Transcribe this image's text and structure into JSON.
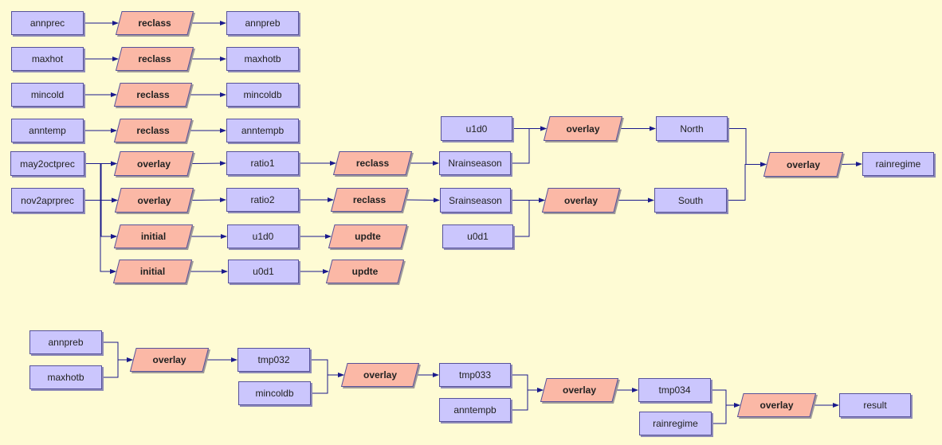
{
  "colors": {
    "background": "#fefbd4",
    "data_fill": "#cbc6fd",
    "data_border": "#56519a",
    "op_fill": "#fbb8a6",
    "op_border": "#56519a",
    "wire": "#1a1a8c"
  },
  "data_nodes": [
    {
      "id": "annprec",
      "label": "annprec"
    },
    {
      "id": "annpreb_out",
      "label": "annpreb"
    },
    {
      "id": "maxhot",
      "label": "maxhot"
    },
    {
      "id": "maxhotb_out",
      "label": "maxhotb"
    },
    {
      "id": "mincold",
      "label": "mincold"
    },
    {
      "id": "mincoldb_out",
      "label": "mincoldb"
    },
    {
      "id": "anntemp",
      "label": "anntemp"
    },
    {
      "id": "anntempb_out",
      "label": "anntempb"
    },
    {
      "id": "may2octprec",
      "label": "may2octprec"
    },
    {
      "id": "nov2aprprec",
      "label": "nov2aprprec"
    },
    {
      "id": "ratio1",
      "label": "ratio1"
    },
    {
      "id": "ratio2",
      "label": "ratio2"
    },
    {
      "id": "u1d0_mid",
      "label": "u1d0"
    },
    {
      "id": "u0d1_mid",
      "label": "u0d1"
    },
    {
      "id": "nrainseason",
      "label": "Nrainseason"
    },
    {
      "id": "srainseason",
      "label": "Srainseason"
    },
    {
      "id": "u1d0_in",
      "label": "u1d0"
    },
    {
      "id": "u0d1_in",
      "label": "u0d1"
    },
    {
      "id": "north",
      "label": "North"
    },
    {
      "id": "south",
      "label": "South"
    },
    {
      "id": "rainregime_out",
      "label": "rainregime"
    },
    {
      "id": "annpreb_in",
      "label": "annpreb"
    },
    {
      "id": "maxhotb_in",
      "label": "maxhotb"
    },
    {
      "id": "tmp032",
      "label": "tmp032"
    },
    {
      "id": "mincoldb_in",
      "label": "mincoldb"
    },
    {
      "id": "tmp033",
      "label": "tmp033"
    },
    {
      "id": "anntempb_in",
      "label": "anntempb"
    },
    {
      "id": "tmp034",
      "label": "tmp034"
    },
    {
      "id": "rainregime_in",
      "label": "rainregime"
    },
    {
      "id": "result",
      "label": "result"
    }
  ],
  "operations": [
    {
      "id": "op_reclass1",
      "label": "reclass"
    },
    {
      "id": "op_reclass2",
      "label": "reclass"
    },
    {
      "id": "op_reclass3",
      "label": "reclass"
    },
    {
      "id": "op_reclass4",
      "label": "reclass"
    },
    {
      "id": "op_overlay1",
      "label": "overlay"
    },
    {
      "id": "op_overlay2",
      "label": "overlay"
    },
    {
      "id": "op_initial1",
      "label": "initial"
    },
    {
      "id": "op_initial2",
      "label": "initial"
    },
    {
      "id": "op_reclass5",
      "label": "reclass"
    },
    {
      "id": "op_reclass6",
      "label": "reclass"
    },
    {
      "id": "op_updte1",
      "label": "updte"
    },
    {
      "id": "op_updte2",
      "label": "updte"
    },
    {
      "id": "op_overlay_north",
      "label": "overlay"
    },
    {
      "id": "op_overlay_south",
      "label": "overlay"
    },
    {
      "id": "op_overlay_regime",
      "label": "overlay"
    },
    {
      "id": "op_overlay_b1",
      "label": "overlay"
    },
    {
      "id": "op_overlay_b2",
      "label": "overlay"
    },
    {
      "id": "op_overlay_b3",
      "label": "overlay"
    },
    {
      "id": "op_overlay_b4",
      "label": "overlay"
    }
  ],
  "connections": [
    [
      "annprec",
      "op_reclass1"
    ],
    [
      "op_reclass1",
      "annpreb_out"
    ],
    [
      "maxhot",
      "op_reclass2"
    ],
    [
      "op_reclass2",
      "maxhotb_out"
    ],
    [
      "mincold",
      "op_reclass3"
    ],
    [
      "op_reclass3",
      "mincoldb_out"
    ],
    [
      "anntemp",
      "op_reclass4"
    ],
    [
      "op_reclass4",
      "anntempb_out"
    ],
    [
      "may2octprec",
      "op_overlay1"
    ],
    [
      "nov2aprprec",
      "op_overlay1"
    ],
    [
      "may2octprec",
      "op_overlay2"
    ],
    [
      "nov2aprprec",
      "op_overlay2"
    ],
    [
      "may2octprec",
      "op_initial1"
    ],
    [
      "nov2aprprec",
      "op_initial1"
    ],
    [
      "may2octprec",
      "op_initial2"
    ],
    [
      "nov2aprprec",
      "op_initial2"
    ],
    [
      "op_overlay1",
      "ratio1"
    ],
    [
      "op_overlay2",
      "ratio2"
    ],
    [
      "op_initial1",
      "u1d0_mid"
    ],
    [
      "op_initial2",
      "u0d1_mid"
    ],
    [
      "ratio1",
      "op_reclass5"
    ],
    [
      "op_reclass5",
      "nrainseason"
    ],
    [
      "ratio2",
      "op_reclass6"
    ],
    [
      "op_reclass6",
      "srainseason"
    ],
    [
      "u1d0_mid",
      "op_updte1"
    ],
    [
      "u0d1_mid",
      "op_updte2"
    ],
    [
      "u1d0_in",
      "op_overlay_north"
    ],
    [
      "nrainseason",
      "op_overlay_north"
    ],
    [
      "op_overlay_north",
      "north"
    ],
    [
      "srainseason",
      "op_overlay_south"
    ],
    [
      "u0d1_in",
      "op_overlay_south"
    ],
    [
      "op_overlay_south",
      "south"
    ],
    [
      "north",
      "op_overlay_regime"
    ],
    [
      "south",
      "op_overlay_regime"
    ],
    [
      "op_overlay_regime",
      "rainregime_out"
    ],
    [
      "annpreb_in",
      "op_overlay_b1"
    ],
    [
      "maxhotb_in",
      "op_overlay_b1"
    ],
    [
      "op_overlay_b1",
      "tmp032"
    ],
    [
      "tmp032",
      "op_overlay_b2"
    ],
    [
      "mincoldb_in",
      "op_overlay_b2"
    ],
    [
      "op_overlay_b2",
      "tmp033"
    ],
    [
      "tmp033",
      "op_overlay_b3"
    ],
    [
      "anntempb_in",
      "op_overlay_b3"
    ],
    [
      "op_overlay_b3",
      "tmp034"
    ],
    [
      "tmp034",
      "op_overlay_b4"
    ],
    [
      "rainregime_in",
      "op_overlay_b4"
    ],
    [
      "op_overlay_b4",
      "result"
    ]
  ]
}
